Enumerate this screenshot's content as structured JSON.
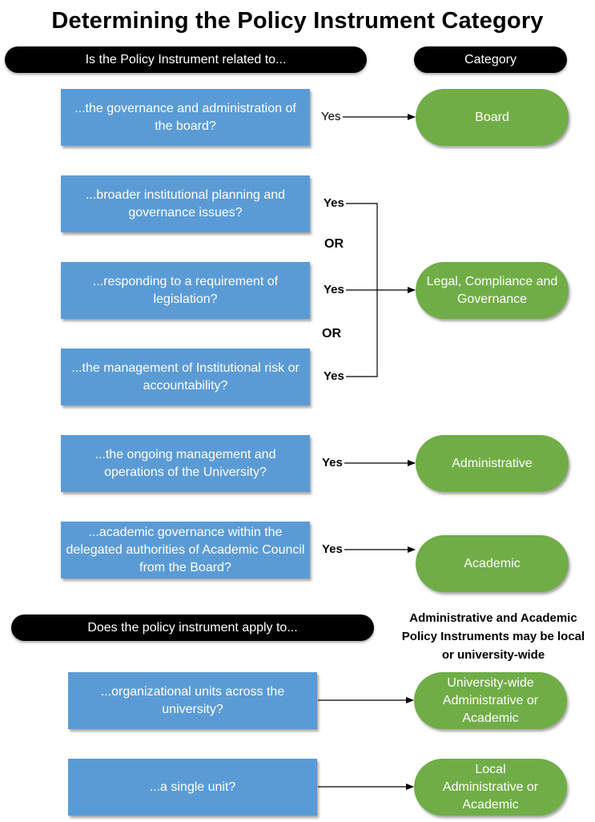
{
  "title": "Determining the Policy Instrument Category",
  "headers": {
    "question": "Is the Policy Instrument related to...",
    "category": "Category",
    "apply": "Does the policy instrument apply to..."
  },
  "questions": [
    {
      "text": "...the governance and administration of the board?",
      "answer": "Yes"
    },
    {
      "text": "...broader institutional planning and governance issues?",
      "answer": "Yes"
    },
    {
      "text": "...responding to a requirement of legislation?",
      "answer": "Yes"
    },
    {
      "text": "...the management of Institutional risk or accountability?",
      "answer": "Yes"
    },
    {
      "text": "...the ongoing management and operations of the University?",
      "answer": "Yes"
    },
    {
      "text": "...academic governance within the delegated authorities of Academic Council from the Board?",
      "answer": "Yes"
    }
  ],
  "or_labels": [
    "OR",
    "OR"
  ],
  "categories": [
    "Board",
    "Legal, Compliance and Governance",
    "Administrative",
    "Academic"
  ],
  "note": "Administrative and Academic Policy Instruments may be local or university-wide",
  "apply_questions": [
    "...organizational units across the university?",
    "...a single unit?"
  ],
  "apply_categories": [
    "University-wide Administrative or Academic",
    "Local Administrative or Academic"
  ],
  "colors": {
    "question_box": "#5b9bd5",
    "category_pill": "#70ad47",
    "header_pill": "#000000"
  }
}
